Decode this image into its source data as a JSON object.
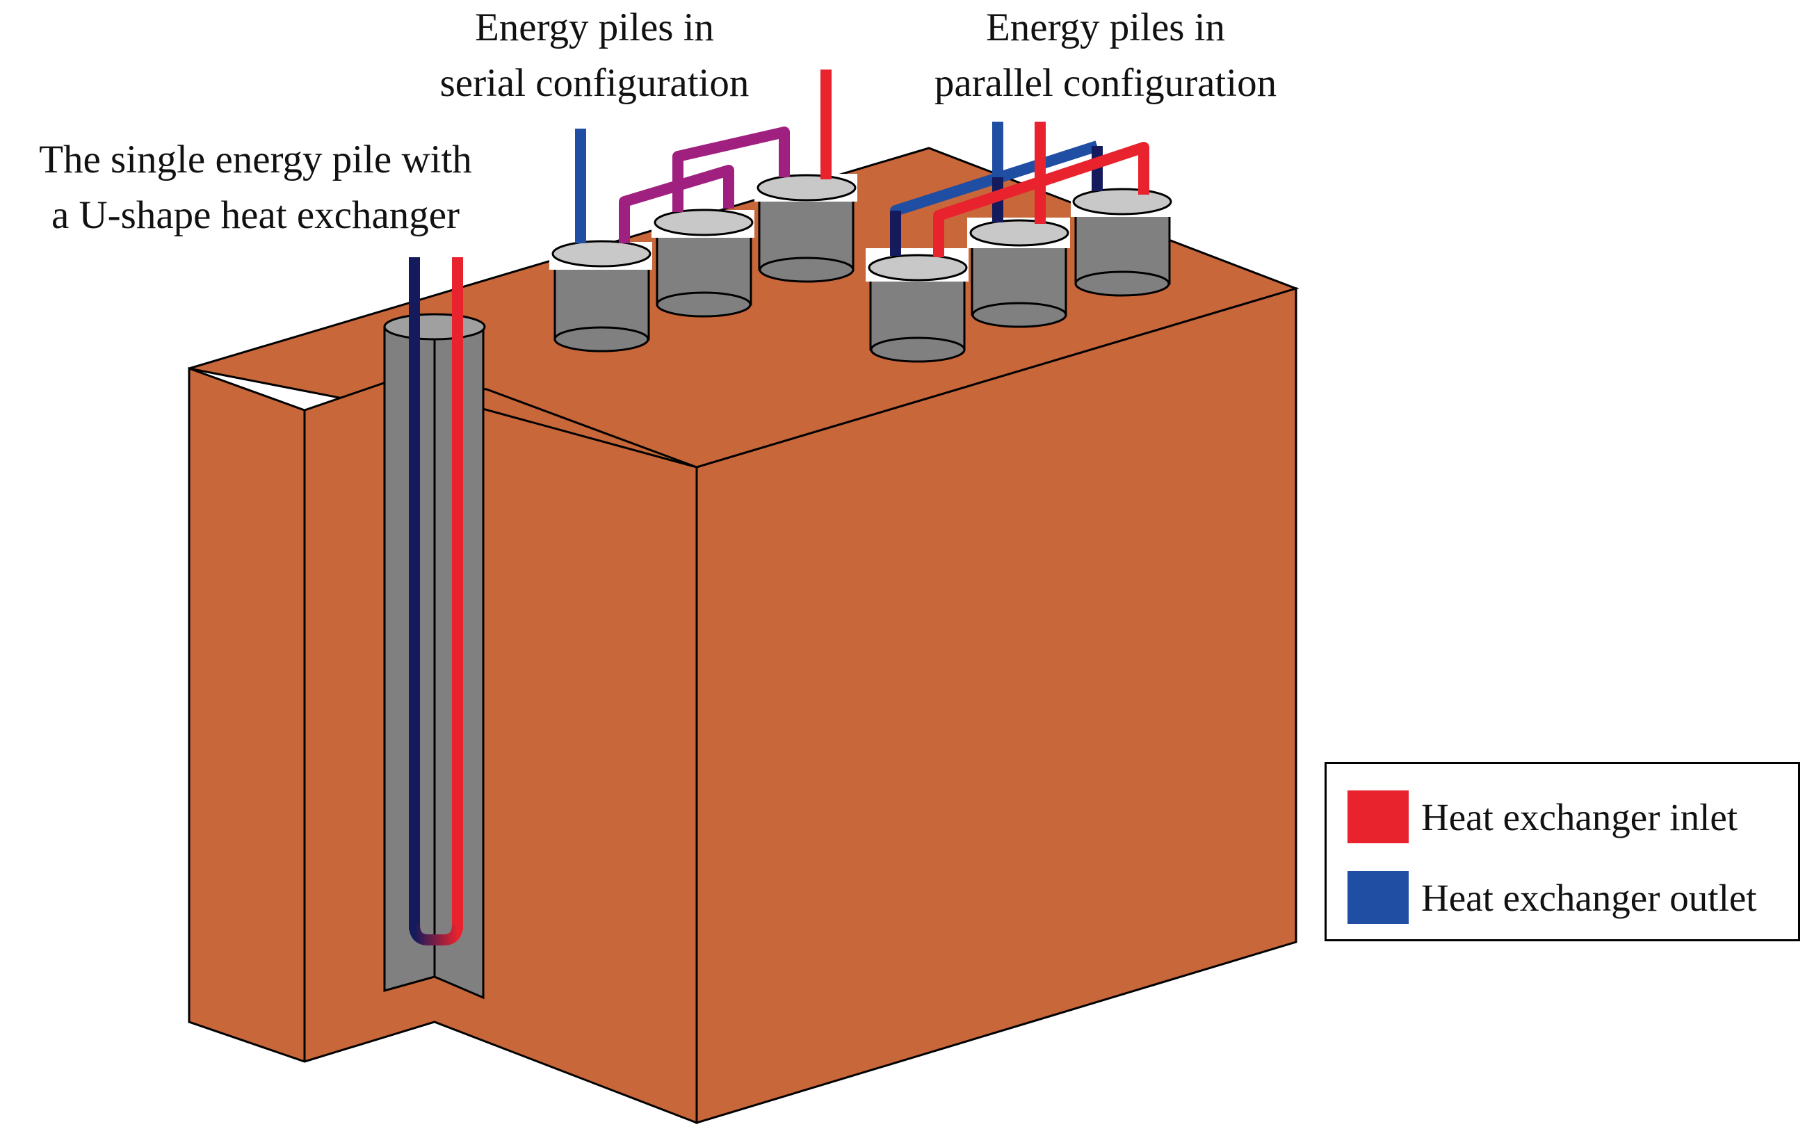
{
  "labels": {
    "single_line1": "The single energy pile with",
    "single_line2": "a U-shape heat exchanger",
    "serial_line1": "Energy piles in",
    "serial_line2": "serial configuration",
    "parallel_line1": "Energy piles in",
    "parallel_line2": "parallel configuration"
  },
  "legend": {
    "items": [
      {
        "label": "Heat exchanger inlet",
        "color": "#e8232e"
      },
      {
        "label": "Heat exchanger outlet",
        "color": "#1f4ea3"
      }
    ]
  },
  "colors": {
    "soil_front": "#c8673a",
    "soil_top": "#c8673a",
    "pile_gray": "#808080",
    "pile_top": "#c8c8c8",
    "outlet_dark": "#141a5c",
    "inlet_red": "#e8232e",
    "outlet_blue": "#1f4ea3",
    "serial_purple": "#a0207f",
    "serial_dark": "#7a1a5a"
  }
}
